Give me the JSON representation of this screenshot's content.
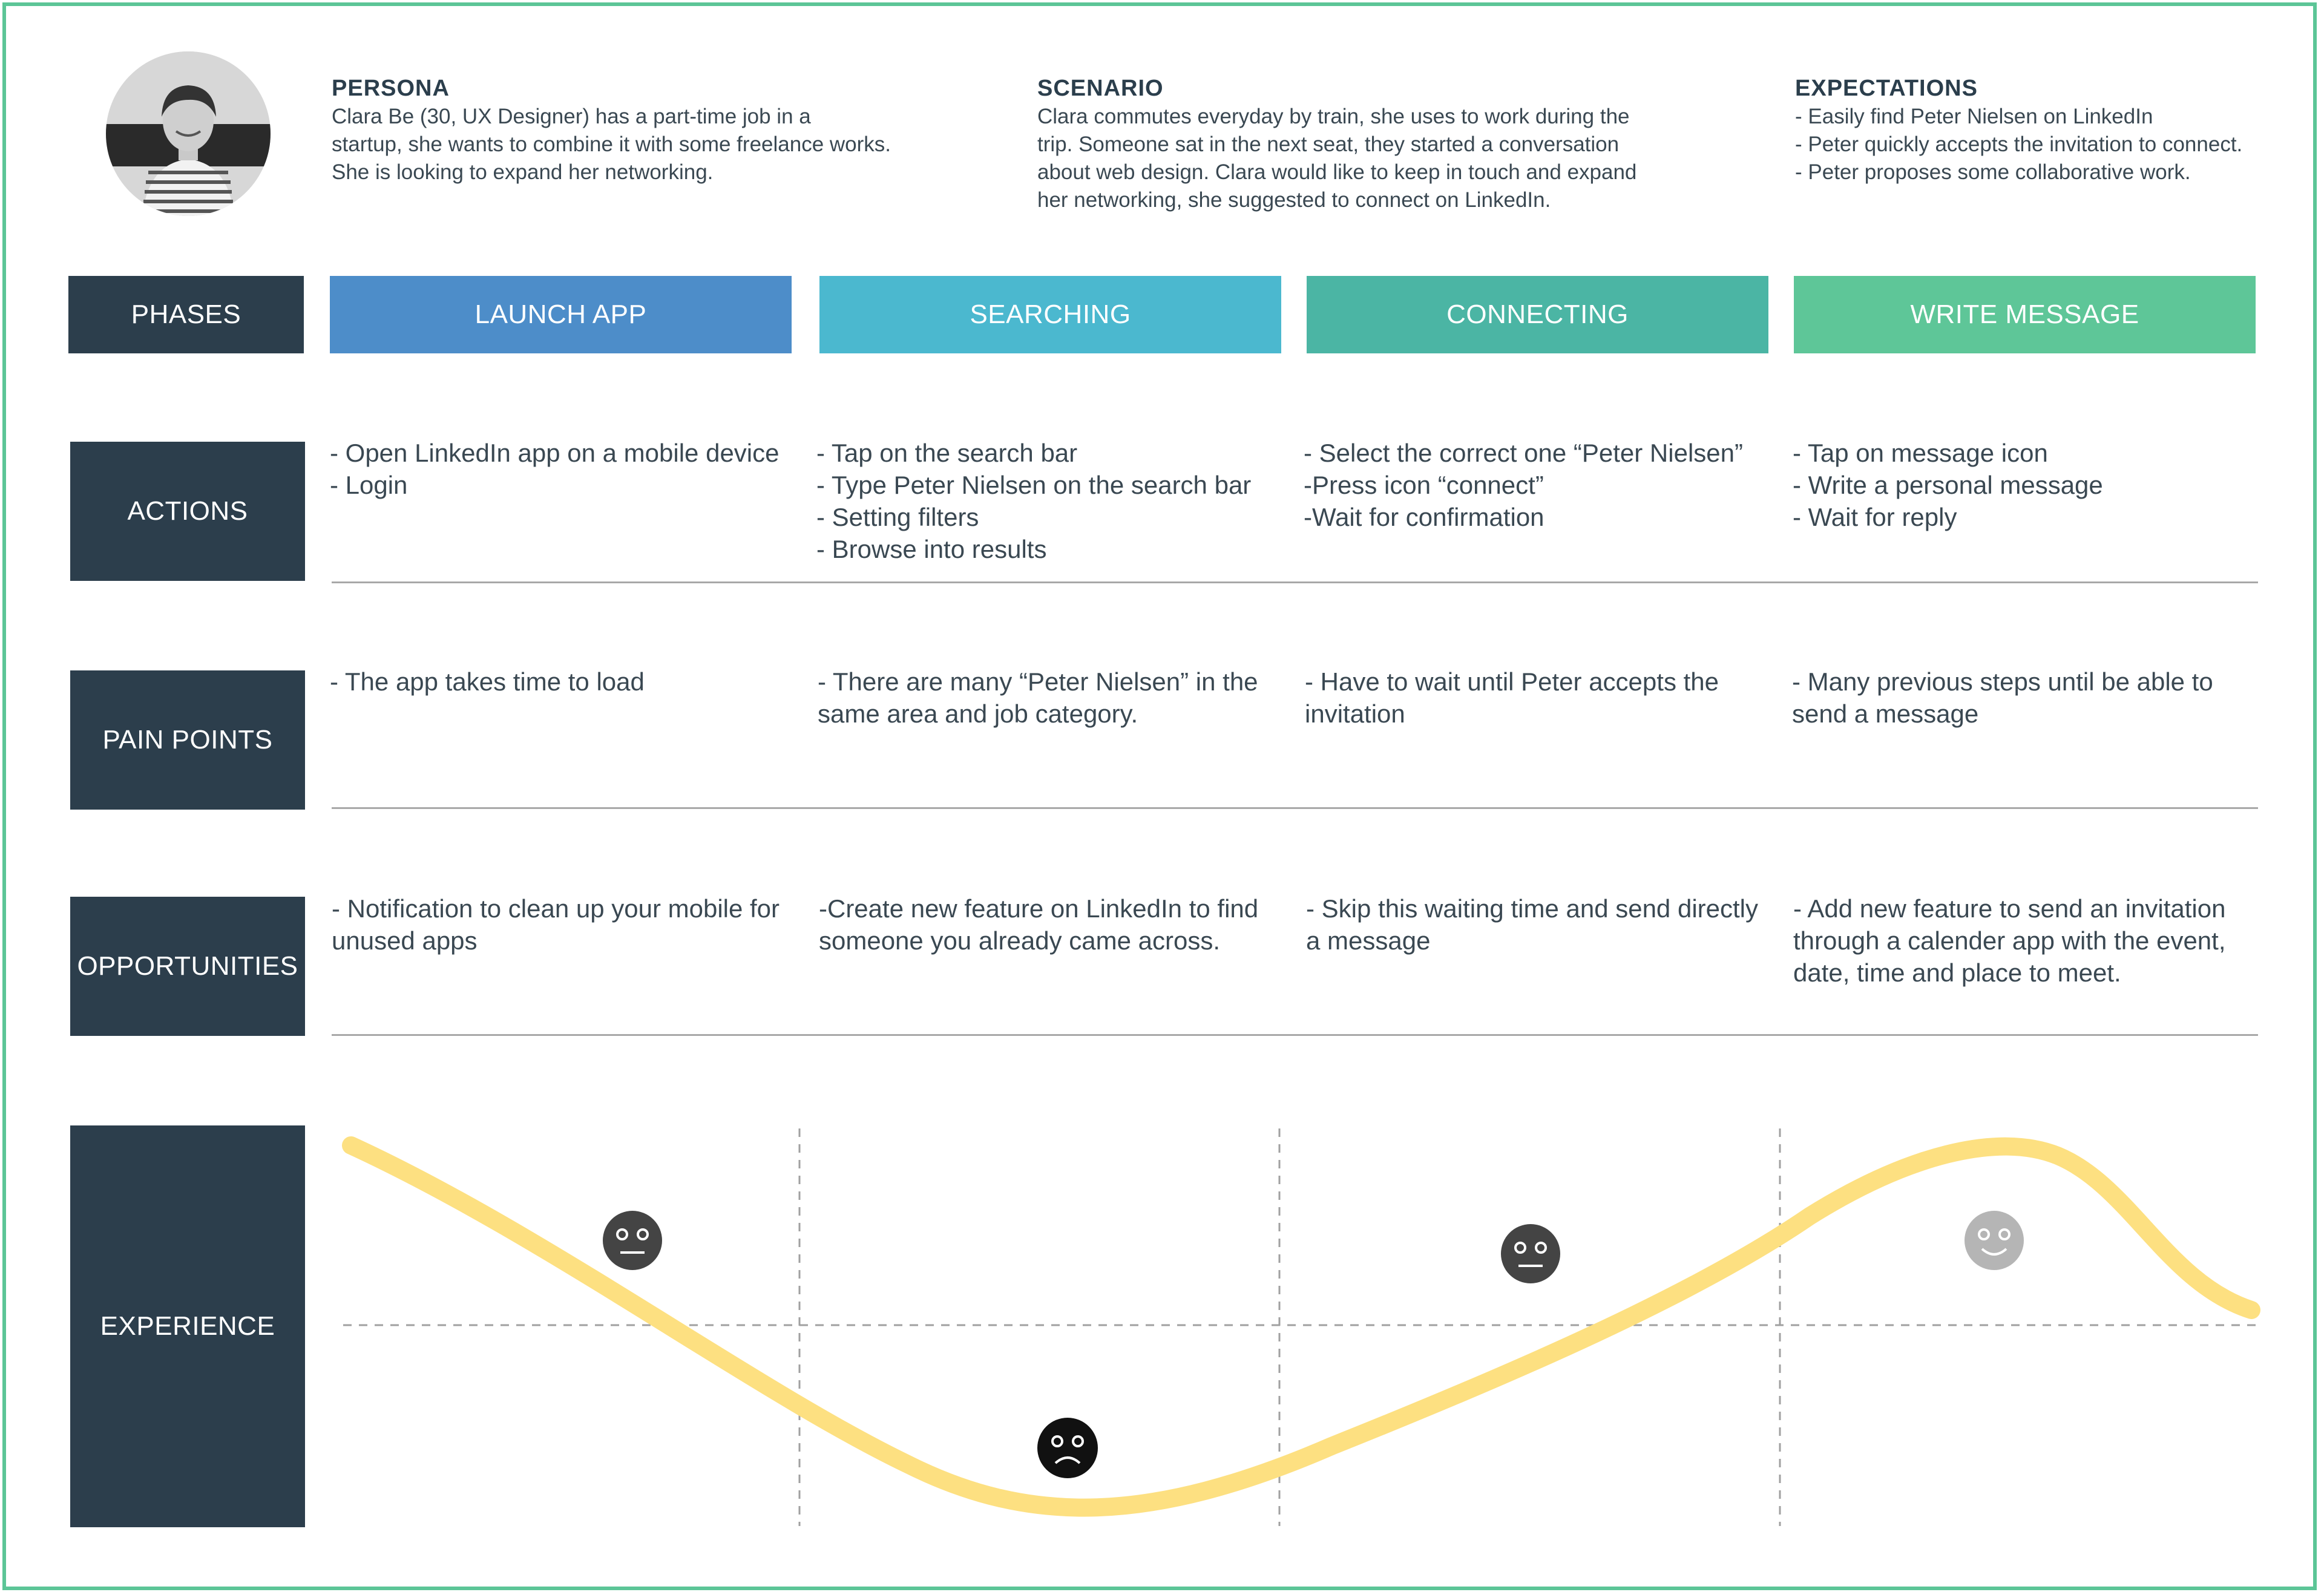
{
  "colors": {
    "frame": "#5cc597",
    "label_bg": "#2c3e4c",
    "launch_app": "#4d8dc9",
    "searching": "#4bb8cf",
    "connecting": "#4bb5a4",
    "write_message": "#5ec698",
    "curve": "#fde081",
    "face_dark": "#444444",
    "face_sad": "#111111",
    "face_happy": "#b5b5b5"
  },
  "persona": {
    "heading": "PERSONA",
    "text": "Clara Be (30, UX Designer) has a part-time job in a\nstartup, she wants to combine it with some freelance works.\nShe is looking to expand her networking."
  },
  "scenario": {
    "heading": "SCENARIO",
    "text": "Clara commutes everyday by train, she uses to work during the\ntrip. Someone sat in the next seat, they started a conversation\nabout web design. Clara would like to keep in touch and expand\nher networking, she suggested to connect on LinkedIn."
  },
  "expectations": {
    "heading": "EXPECTATIONS",
    "text": "- Easily find Peter Nielsen on LinkedIn\n- Peter quickly accepts the invitation to connect.\n- Peter proposes some collaborative work."
  },
  "row_labels": {
    "phases": "PHASES",
    "actions": "ACTIONS",
    "pain_points": "PAIN POINTS",
    "opportunities": "OPPORTUNITIES",
    "experience": "EXPERIENCE"
  },
  "phases": [
    "LAUNCH APP",
    "SEARCHING",
    "CONNECTING",
    "WRITE MESSAGE"
  ],
  "actions": [
    "- Open LinkedIn app on a mobile device\n- Login",
    "- Tap on the search bar\n- Type Peter Nielsen on the search bar\n- Setting filters\n- Browse into results",
    "- Select the correct one “Peter Nielsen”\n-Press icon “connect”\n-Wait for confirmation",
    "- Tap on message icon\n- Write a personal message\n- Wait for reply"
  ],
  "pain_points": [
    "- The app takes time to load",
    "- There are many “Peter Nielsen” in the\nsame area and job category.",
    "- Have to wait until Peter accepts the\ninvitation",
    "- Many previous steps until be able to\nsend a message"
  ],
  "opportunities": [
    "- Notification to clean up your mobile for\nunused apps",
    "-Create new feature on LinkedIn to find\nsomeone you already came across.",
    "- Skip this waiting time and send directly\na message",
    "- Add new feature to send an invitation\nthrough a calender app with the event,\ndate, time and place to meet."
  ],
  "experience": {
    "faces": [
      {
        "phase": "LAUNCH APP",
        "mood": "neutral"
      },
      {
        "phase": "SEARCHING",
        "mood": "sad"
      },
      {
        "phase": "CONNECTING",
        "mood": "neutral"
      },
      {
        "phase": "WRITE MESSAGE",
        "mood": "happy"
      }
    ]
  }
}
